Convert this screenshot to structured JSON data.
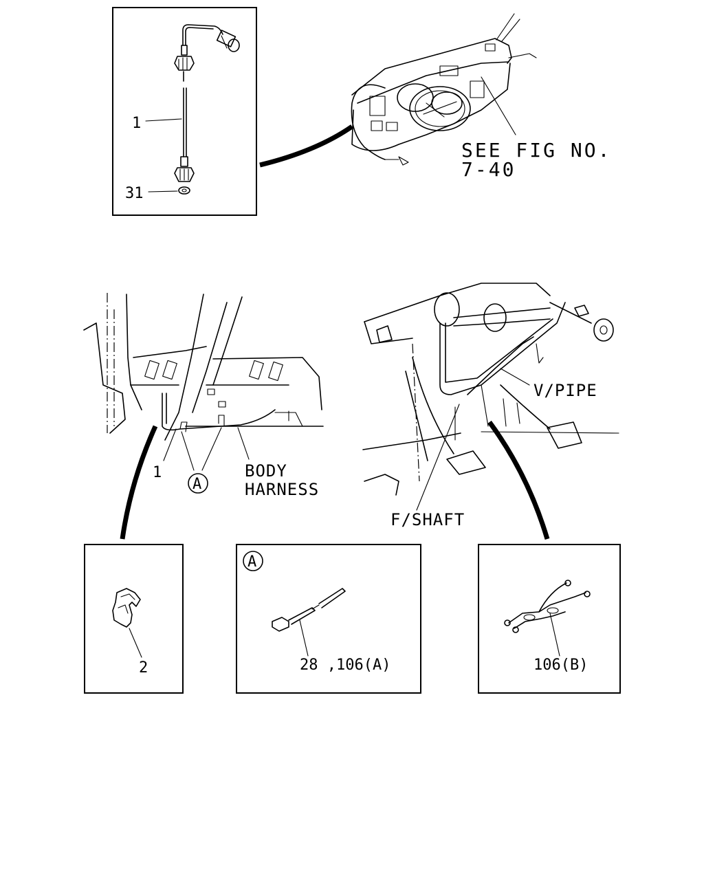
{
  "labels": {
    "see_fig_line1": "SEE FIG NO.",
    "see_fig_line2": "7-40",
    "part_1_top": "1",
    "part_31": "31",
    "part_1_bottom": "1",
    "callout_a": "A",
    "body_harness_line1": "BODY",
    "body_harness_line2": "HARNESS",
    "v_pipe": "V/PIPE",
    "f_shaft": "F/SHAFT",
    "part_2": "2",
    "box_a_tag": "A",
    "part_28_106a": "28 ,106(A)",
    "part_106b": "106(B)"
  }
}
